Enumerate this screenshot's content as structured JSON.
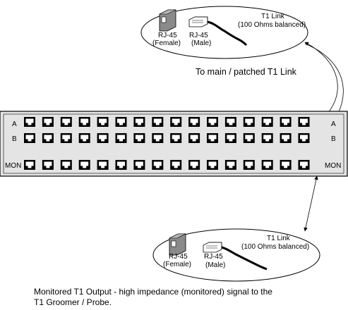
{
  "top_callout": {
    "female_label_line1": "RJ-45",
    "female_label_line2": "(Female)",
    "male_label_line1": "RJ-45",
    "male_label_line2": "(Male)",
    "link_label_line1": "T1 Link",
    "link_label_line2": "(100 Ohms balanced)"
  },
  "top_caption": "To main / patched T1 Link",
  "patch_panel": {
    "row_a_label": "A",
    "row_b_label": "B",
    "row_mon_label": "MON",
    "row_a_label_right": "A",
    "row_b_label_right": "B",
    "row_mon_label_right": "MON",
    "jacks_per_row": 16
  },
  "bottom_callout": {
    "female_label_line1": "RJ-45",
    "female_label_line2": "(Female)",
    "male_label_line1": "RJ-45",
    "male_label_line2": "(Male)",
    "link_label_line1": "T1 Link",
    "link_label_line2": "(100 Ohms balanced)"
  },
  "bottom_caption_line1": "Monitored T1 Output - high impedance (monitored) signal to the",
  "bottom_caption_line2": "T1 Groomer / Probe.",
  "colors": {
    "panel_fill": "#e4e4e4",
    "panel_stroke": "#000000",
    "jack_fill": "#ffffff",
    "jack_dark": "#000000",
    "female_jack_fill": "#7a7a7a"
  }
}
